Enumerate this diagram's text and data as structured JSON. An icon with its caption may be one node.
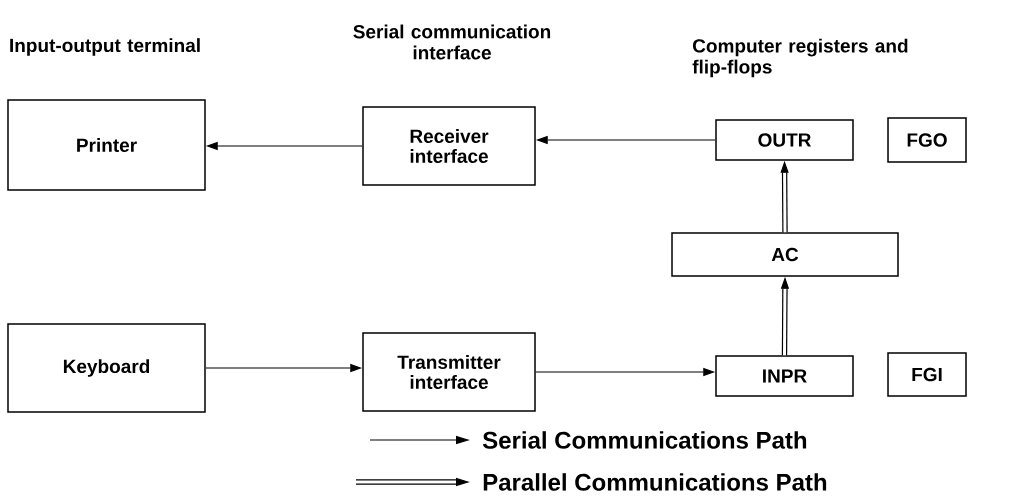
{
  "diagram": {
    "nodes": [
      {
        "text": [
          "Printer"
        ]
      },
      {
        "text": [
          "Receiver interface"
        ]
      },
      {
        "text": [
          "OUTR"
        ]
      },
      {
        "text": [
          "FGO"
        ]
      },
      {
        "text": [
          "AC"
        ]
      },
      {
        "text": [
          "Keyboard"
        ]
      },
      {
        "text": [
          "Transmitter interface"
        ]
      },
      {
        "text": [
          "INPR"
        ]
      },
      {
        "text": [
          "FGI"
        ]
      }
    ],
    "edges": [
      {
        "from": 1,
        "to": 0,
        "arrow": "to"
      },
      {
        "from": 2,
        "to": 1,
        "arrow": "to"
      },
      {
        "from": 4,
        "to": 2,
        "arrow": "to",
        "style": "thick"
      },
      {
        "from": 5,
        "to": 6,
        "arrow": "to"
      },
      {
        "from": 6,
        "to": 7,
        "arrow": "to"
      },
      {
        "from": 7,
        "to": 4,
        "arrow": "to",
        "style": "thick"
      }
    ],
    "labels": [
      "Input-output terminal",
      "Serial communication interface",
      "Computer registers and flip-flops"
    ],
    "legend": [
      {
        "text": "Serial Communications Path"
      },
      {
        "text": "Parallel Communications Path"
      }
    ]
  }
}
